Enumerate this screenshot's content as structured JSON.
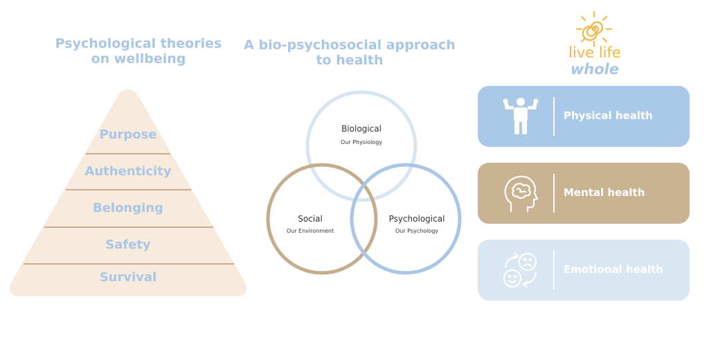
{
  "left": {
    "heading": [
      "Psychological theories",
      "on wellbeing"
    ],
    "pyramid_levels": [
      "Purpose",
      "Authenticity",
      "Belonging",
      "Safety",
      "Survival"
    ]
  },
  "middle": {
    "heading": [
      "A bio-psychosocial approach",
      "to health"
    ],
    "circles": [
      {
        "title": "Biological",
        "subtitle": "Our Physiology",
        "color": "#d6e5f1"
      },
      {
        "title": "Social",
        "subtitle": "Our Environment",
        "color": "#c3ad8d"
      },
      {
        "title": "Psychological",
        "subtitle": "Our Psychology",
        "color": "#a9c6e6"
      }
    ]
  },
  "logo": {
    "part1": "live life ",
    "part2": "whole",
    "icon": "sun-swirl-icon"
  },
  "cards": [
    {
      "label": "Physical health",
      "icon": "strong-person-icon",
      "color": "#aac8e8"
    },
    {
      "label": "Mental health",
      "icon": "head-brain-icon",
      "color": "#c9b392"
    },
    {
      "label": "Emotional health",
      "icon": "emotions-faces-icon",
      "color": "#d9e7f2"
    }
  ],
  "colors": {
    "pyramid_fill": "#f7ebdd",
    "pyramid_lines": "#cfa88c",
    "text_blue": "#a9c6e6"
  }
}
